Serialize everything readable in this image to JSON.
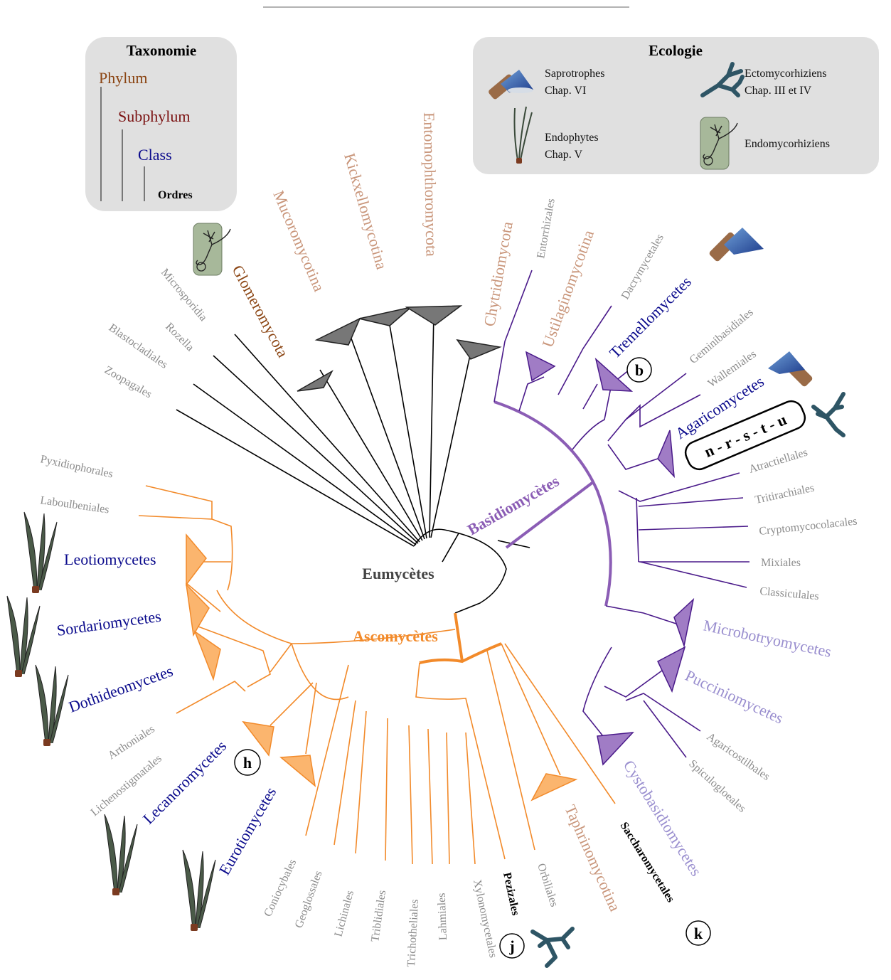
{
  "legend_taxonomie": {
    "title": "Taxonomie",
    "phylum": "Phylum",
    "subphylum": "Subphylum",
    "class": "Class",
    "ordres": "Ordres"
  },
  "legend_ecologie": {
    "title": "Ecologie",
    "saprotrophes": [
      "Saprotrophes",
      "Chap. VI"
    ],
    "endophytes": [
      "Endophytes",
      "Chap. V"
    ],
    "ecto": [
      "Ectomycorhiziens",
      "Chap. III et IV"
    ],
    "endo": "Endomycorhiziens"
  },
  "colors": {
    "phylum": "#8b4513",
    "subphylum": "#7a1010",
    "class": "#0a0a8c",
    "asco": "#f28a2a",
    "basidio": "#8b5db5",
    "basidio_branch": "#4a1a8a",
    "grey_order": "#8c8c8c",
    "pale_purple": "#9a8fcf",
    "pale_brown": "#c9967b"
  },
  "center": {
    "eumycetes": "Eumycètes",
    "basidiomycetes": "Basidiomycètes",
    "ascomycetes": "Ascomycètes"
  },
  "eumycetes_orders": [
    "Zoopagales",
    "Blastocladiales",
    "Rozella",
    "Microsporidia"
  ],
  "eumycetes_phyla": [
    "Glomeromycota",
    "Mucoromycotina",
    "Kickxellomycotina",
    "Entomophthoromycota",
    "Chytridiomycota"
  ],
  "basidio": {
    "orders": [
      "Entorrhizales",
      "Dacrymycetales",
      "Geminibasidiales",
      "Wallemiales",
      "Atractiellales",
      "Tritirachiales",
      "Cryptomycocolacales",
      "Mixiales",
      "Classiculales",
      "Agaricostilbales",
      "Spiculogloeales"
    ],
    "ustilagino": "Ustilaginomycotina",
    "tremello": "Tremellomycetes",
    "agarico": "Agaricomycetes",
    "microbotryo": "Microbotryomycetes",
    "puccinio": "Pucciniomycetes",
    "cystobasidio": "Cystobasidiomycetes",
    "letters_b": "b",
    "letters_nrstu": "n - r - s - t - u"
  },
  "asco": {
    "orders_top": [
      "Pyxidiophorales",
      "Laboulbeniales"
    ],
    "leotio": "Leotiomycetes",
    "sordario": "Sordariomycetes",
    "dothideo": "Dothideomycetes",
    "orders_left": [
      "Arthoniales",
      "Lichenostigmatales"
    ],
    "lecanoro": "Lecanoromycetes",
    "euroti": "Eurotiomycetes",
    "orders_bottom": [
      "Coniocybales",
      "Geoglossales",
      "Lichinales",
      "Triblidiales",
      "Trichotheliales",
      "Lahmiales",
      "Xylonomycetales"
    ],
    "pezizales": "Pezizales",
    "orbiliales": "Orbiliales",
    "taphrino": "Taphrinomycotina",
    "saccharo": "Saccharomycetales",
    "letter_h": "h",
    "letter_j": "j",
    "letter_k": "k"
  }
}
